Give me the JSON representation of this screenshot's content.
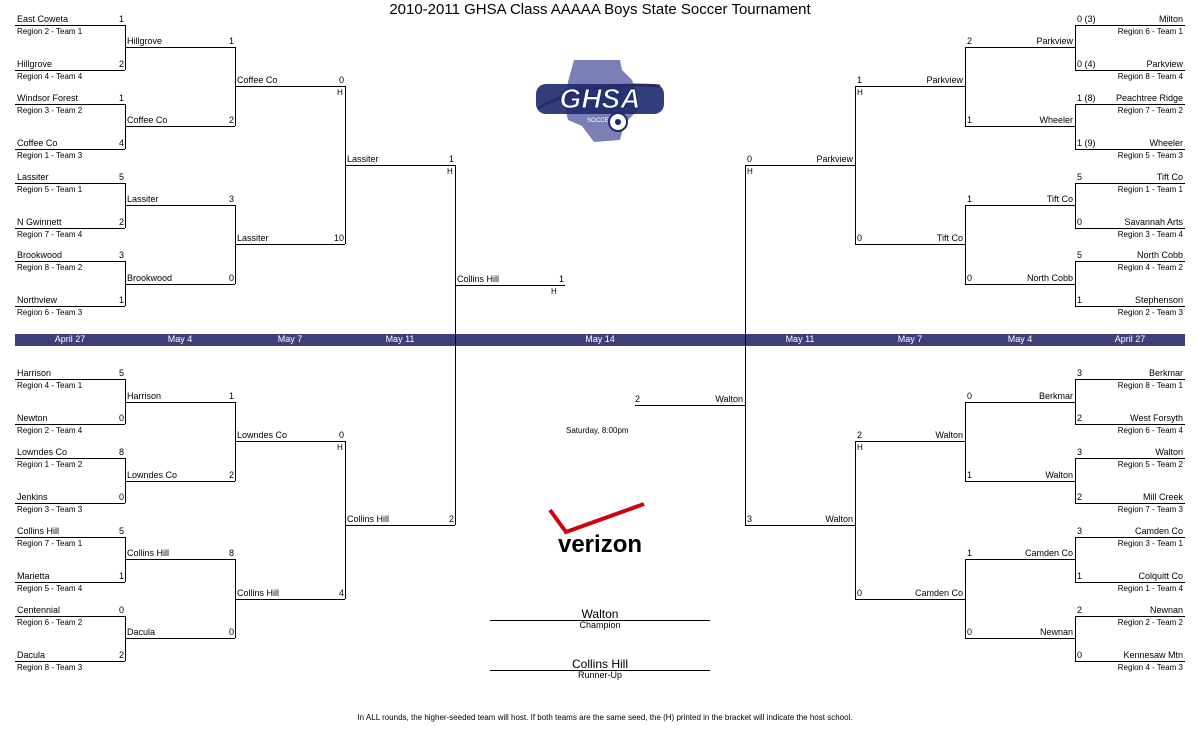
{
  "title": "2010-2011 GHSA Class AAAAA Boys State Soccer Tournament",
  "logos": {
    "top": "GHSA SOCCER",
    "bottom": "verizon"
  },
  "final": {
    "champion": "Walton",
    "champion_label": "Champion",
    "runner_up": "Collins Hill",
    "runner_up_label": "Runner-Up",
    "time": "Saturday, 8:00pm"
  },
  "footnote": "In ALL rounds, the higher-seeded team will host.  If both teams are the same seed, the (H) printed in the bracket will indicate the host school.",
  "dates": [
    "April 27",
    "May 4",
    "May 7",
    "May 11",
    "May 14",
    "May 11",
    "May 7",
    "May 4",
    "April 27"
  ],
  "host_mark": "H",
  "left": {
    "r1": [
      {
        "team": "East Coweta",
        "region": "Region 2 - Team 1",
        "score": "1"
      },
      {
        "team": "Hillgrove",
        "region": "Region 4 - Team 4",
        "score": "2"
      },
      {
        "team": "Windsor Forest",
        "region": "Region 3 - Team 2",
        "score": "1"
      },
      {
        "team": "Coffee Co",
        "region": "Region 1 - Team 3",
        "score": "4"
      },
      {
        "team": "Lassiter",
        "region": "Region 5 - Team 1",
        "score": "5"
      },
      {
        "team": "N Gwinnett",
        "region": "Region 7 - Team 4",
        "score": "2"
      },
      {
        "team": "Brookwood",
        "region": "Region 8 - Team 2",
        "score": "3"
      },
      {
        "team": "Northview",
        "region": "Region 6 - Team 3",
        "score": "1"
      },
      {
        "team": "Harrison",
        "region": "Region 4 - Team 1",
        "score": "5"
      },
      {
        "team": "Newton",
        "region": "Region 2 - Team 4",
        "score": "0"
      },
      {
        "team": "Lowndes Co",
        "region": "Region 1 - Team 2",
        "score": "8"
      },
      {
        "team": "Jenkins",
        "region": "Region 3 - Team 3",
        "score": "0"
      },
      {
        "team": "Collins Hill",
        "region": "Region 7 - Team 1",
        "score": "5"
      },
      {
        "team": "Marietta",
        "region": "Region 5 - Team 4",
        "score": "1"
      },
      {
        "team": "Centennial",
        "region": "Region 6 - Team 2",
        "score": "0"
      },
      {
        "team": "Dacula",
        "region": "Region 8 - Team 3",
        "score": "2"
      }
    ],
    "r2": [
      {
        "team": "Hillgrove",
        "score": "1"
      },
      {
        "team": "Coffee Co",
        "score": "2"
      },
      {
        "team": "Lassiter",
        "score": "3"
      },
      {
        "team": "Brookwood",
        "score": "0"
      },
      {
        "team": "Harrison",
        "score": "1"
      },
      {
        "team": "Lowndes Co",
        "score": "2"
      },
      {
        "team": "Collins Hill",
        "score": "8"
      },
      {
        "team": "Dacula",
        "score": "0"
      }
    ],
    "r3": [
      {
        "team": "Coffee Co",
        "score": "0"
      },
      {
        "team": "Lassiter",
        "score": "10"
      },
      {
        "team": "Lowndes Co",
        "score": "0"
      },
      {
        "team": "Collins Hill",
        "score": "4"
      }
    ],
    "r4": [
      {
        "team": "Lassiter",
        "score": "1"
      },
      {
        "team": "Collins Hill",
        "score": "2"
      }
    ],
    "semi": {
      "team": "Collins Hill",
      "score": "1"
    }
  },
  "right": {
    "r1": [
      {
        "team": "Milton",
        "region": "Region 6 - Team 1",
        "score": "0 (3)"
      },
      {
        "team": "Parkview",
        "region": "Region 8 - Team 4",
        "score": "0 (4)"
      },
      {
        "team": "Peachtree Ridge",
        "region": "Region 7 - Team 2",
        "score": "1 (8)"
      },
      {
        "team": "Wheeler",
        "region": "Region 5 - Team 3",
        "score": "1 (9)"
      },
      {
        "team": "Tift Co",
        "region": "Region 1 - Team 1",
        "score": "5"
      },
      {
        "team": "Savannah Arts",
        "region": "Region 3 - Team 4",
        "score": "0"
      },
      {
        "team": "North Cobb",
        "region": "Region 4 - Team 2",
        "score": "5"
      },
      {
        "team": "Stephenson",
        "region": "Region 2 - Team 3",
        "score": "1"
      },
      {
        "team": "Berkmar",
        "region": "Region 8 - Team 1",
        "score": "3"
      },
      {
        "team": "West Forsyth",
        "region": "Region 6 - Team 4",
        "score": "2"
      },
      {
        "team": "Walton",
        "region": "Region 5 - Team 2",
        "score": "3"
      },
      {
        "team": "Mill Creek",
        "region": "Region 7 - Team 3",
        "score": "2"
      },
      {
        "team": "Camden Co",
        "region": "Region 3 - Team 1",
        "score": "3"
      },
      {
        "team": "Colquitt Co",
        "region": "Region 1 - Team 4",
        "score": "1"
      },
      {
        "team": "Newnan",
        "region": "Region 2 - Team 2",
        "score": "2"
      },
      {
        "team": "Kennesaw Mtn",
        "region": "Region 4 - Team 3",
        "score": "0"
      }
    ],
    "r2": [
      {
        "team": "Parkview",
        "score": "2"
      },
      {
        "team": "Wheeler",
        "score": "1"
      },
      {
        "team": "Tift Co",
        "score": "1"
      },
      {
        "team": "North Cobb",
        "score": "0"
      },
      {
        "team": "Berkmar",
        "score": "0"
      },
      {
        "team": "Walton",
        "score": "1"
      },
      {
        "team": "Camden Co",
        "score": "1"
      },
      {
        "team": "Newnan",
        "score": "0"
      }
    ],
    "r3": [
      {
        "team": "Parkview",
        "score": "1"
      },
      {
        "team": "Tift Co",
        "score": "0"
      },
      {
        "team": "Walton",
        "score": "2"
      },
      {
        "team": "Camden Co",
        "score": "0"
      }
    ],
    "r4": [
      {
        "team": "Parkview",
        "score": "0"
      },
      {
        "team": "Walton",
        "score": "3"
      }
    ],
    "semi": {
      "team": "Walton",
      "score": "2"
    }
  }
}
